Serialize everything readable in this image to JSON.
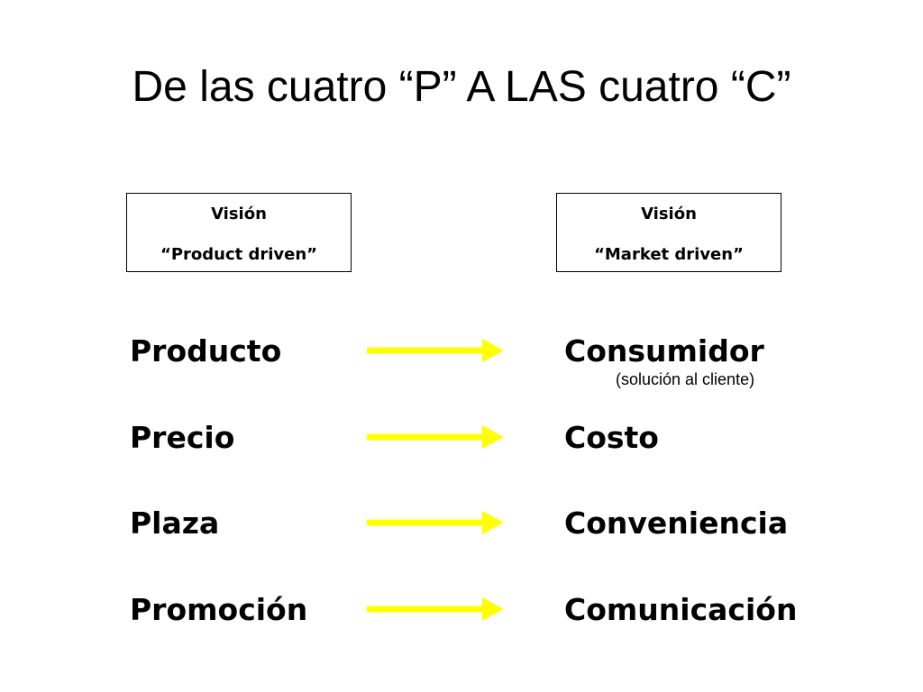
{
  "title": "De las cuatro “P” A LAS cuatro “C”",
  "visions": {
    "left": {
      "heading": "Visión",
      "subtitle": "“Product driven”"
    },
    "right": {
      "heading": "Visión",
      "subtitle": "“Market driven”"
    }
  },
  "arrow_color": "#FFFF00",
  "rows": [
    {
      "p": "Producto",
      "c": "Consumidor",
      "note": "(solución al cliente)"
    },
    {
      "p": "Precio",
      "c": "Costo"
    },
    {
      "p": "Plaza",
      "c": "Conveniencia"
    },
    {
      "p": "Promoción",
      "c": "Comunicación"
    }
  ]
}
